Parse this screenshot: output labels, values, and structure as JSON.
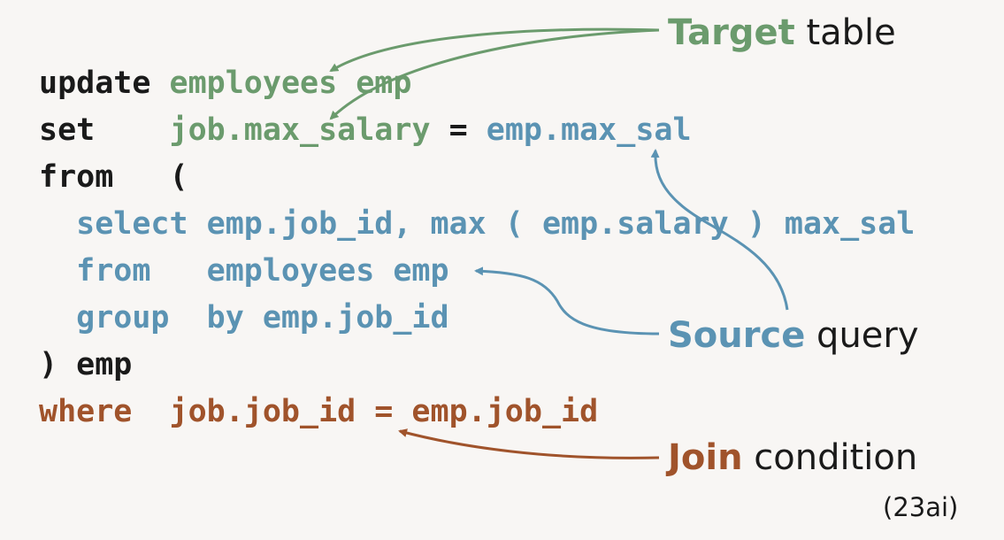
{
  "code": {
    "lines": [
      [
        {
          "text": "update ",
          "color": "kw"
        },
        {
          "text": "employees emp",
          "color": "green"
        }
      ],
      [
        {
          "text": "set    ",
          "color": "kw"
        },
        {
          "text": "job.max_salary",
          "color": "green"
        },
        {
          "text": " = ",
          "color": "kw"
        },
        {
          "text": "emp.max_sal",
          "color": "blue"
        }
      ],
      [
        {
          "text": "from   (",
          "color": "kw"
        }
      ],
      [
        {
          "text": "  select emp.job_id, max ( emp.salary ) max_sal",
          "color": "blue"
        }
      ],
      [
        {
          "text": "  from   employees emp",
          "color": "blue"
        }
      ],
      [
        {
          "text": "  group  by emp.job_id",
          "color": "blue"
        }
      ],
      [
        {
          "text": ") emp",
          "color": "kw"
        }
      ],
      [
        {
          "text": "where  job.job_id = emp.job_id",
          "color": "red"
        }
      ]
    ]
  },
  "labels": {
    "target": {
      "strong": "Target",
      "rest": " table"
    },
    "source": {
      "strong": "Source",
      "rest": " query"
    },
    "join": {
      "strong": "Join",
      "rest": " condition"
    }
  },
  "version_tag": "(23ai)",
  "colors": {
    "target": "#6b9b6d",
    "source": "#5b93b3",
    "join": "#a0532b",
    "text": "#1a1a1a",
    "background": "#f8f6f4"
  }
}
